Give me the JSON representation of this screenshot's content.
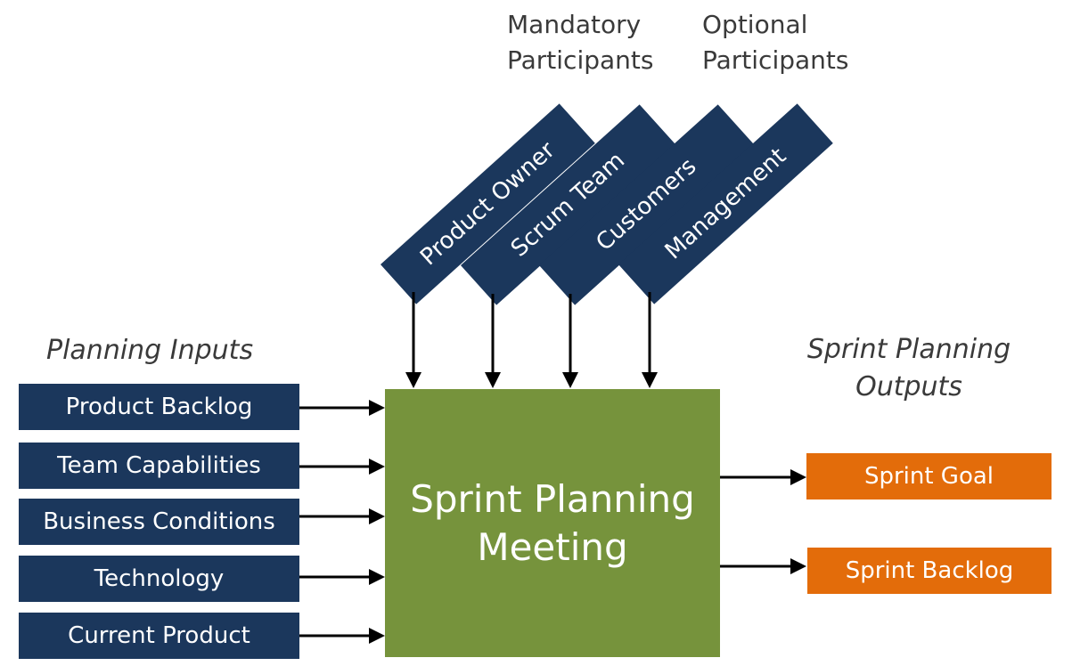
{
  "diagram": {
    "header_labels": {
      "mandatory": [
        "Mandatory",
        "Participants"
      ],
      "optional": [
        "Optional",
        "Participants"
      ]
    },
    "participants": [
      {
        "label": "Product Owner",
        "group": "mandatory"
      },
      {
        "label": "Scrum Team",
        "group": "mandatory"
      },
      {
        "label": "Customers",
        "group": "optional"
      },
      {
        "label": "Management",
        "group": "optional"
      }
    ],
    "inputs_title": "Planning Inputs",
    "inputs": [
      "Product Backlog",
      "Team Capabilities",
      "Business Conditions",
      "Technology",
      "Current Product"
    ],
    "meeting": [
      "Sprint Planning",
      "Meeting"
    ],
    "outputs_title": [
      "Sprint Planning",
      "Outputs"
    ],
    "outputs": [
      "Sprint Goal",
      "Sprint Backlog"
    ],
    "colors": {
      "navy": "#1b375c",
      "green": "#76933c",
      "orange": "#e36c0a",
      "arrow": "#000000"
    }
  }
}
